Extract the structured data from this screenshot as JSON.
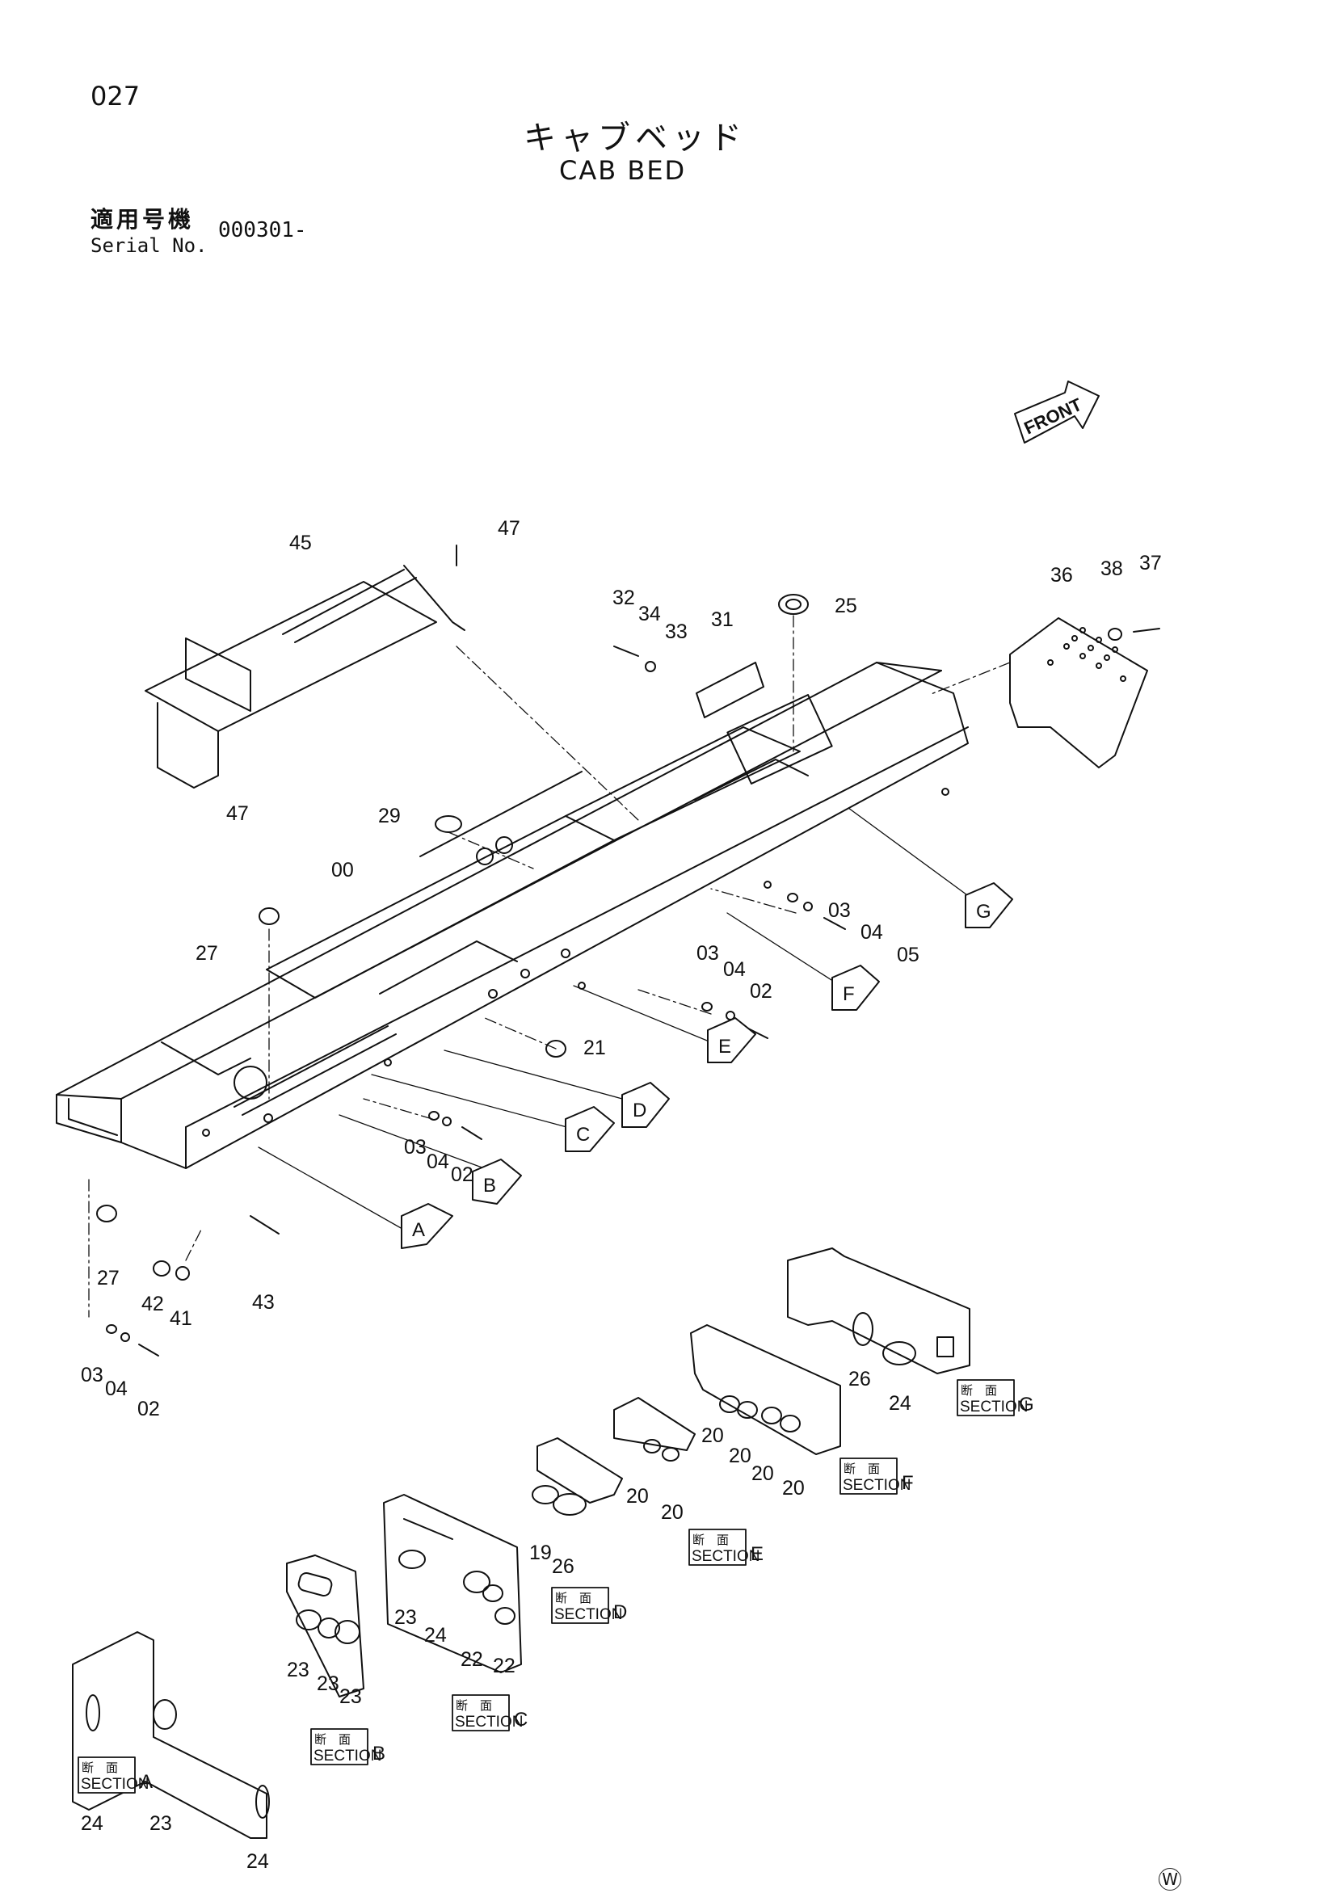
{
  "header": {
    "page_no": "027",
    "title_jp": "キャブベッド",
    "title_en": "CAB BED",
    "serial_label_jp": "適用号機",
    "serial_label_en": "Serial No.",
    "serial_value": "000301-"
  },
  "front_label": "FRONT",
  "part_labels": [
    {
      "text": "45"
    },
    {
      "text": "47"
    },
    {
      "text": "47"
    },
    {
      "text": "32"
    },
    {
      "text": "34"
    },
    {
      "text": "33"
    },
    {
      "text": "31"
    },
    {
      "text": "25"
    },
    {
      "text": "36"
    },
    {
      "text": "38"
    },
    {
      "text": "37"
    },
    {
      "text": "29"
    },
    {
      "text": "00"
    },
    {
      "text": "27"
    },
    {
      "text": "03"
    },
    {
      "text": "04"
    },
    {
      "text": "05"
    },
    {
      "text": "03"
    },
    {
      "text": "04"
    },
    {
      "text": "02"
    },
    {
      "text": "21"
    },
    {
      "text": "03"
    },
    {
      "text": "04"
    },
    {
      "text": "02"
    },
    {
      "text": "27"
    },
    {
      "text": "42"
    },
    {
      "text": "41"
    },
    {
      "text": "43"
    },
    {
      "text": "03"
    },
    {
      "text": "04"
    },
    {
      "text": "02"
    },
    {
      "text": "26"
    },
    {
      "text": "24"
    },
    {
      "text": "20"
    },
    {
      "text": "20"
    },
    {
      "text": "20"
    },
    {
      "text": "20"
    },
    {
      "text": "20"
    },
    {
      "text": "20"
    },
    {
      "text": "19"
    },
    {
      "text": "26"
    },
    {
      "text": "23"
    },
    {
      "text": "24"
    },
    {
      "text": "23"
    },
    {
      "text": "23"
    },
    {
      "text": "23"
    },
    {
      "text": "22"
    },
    {
      "text": "22"
    },
    {
      "text": "24"
    },
    {
      "text": "23"
    },
    {
      "text": "24"
    }
  ],
  "section_arrows": [
    "A",
    "B",
    "C",
    "D",
    "E",
    "F",
    "G"
  ],
  "sections": [
    {
      "jp": "断　面",
      "en": "SECTION",
      "letter": "A"
    },
    {
      "jp": "断　面",
      "en": "SECTION",
      "letter": "B"
    },
    {
      "jp": "断　面",
      "en": "SECTION",
      "letter": "C"
    },
    {
      "jp": "断　面",
      "en": "SECTION",
      "letter": "D"
    },
    {
      "jp": "断　面",
      "en": "SECTION",
      "letter": "E"
    },
    {
      "jp": "断　面",
      "en": "SECTION",
      "letter": "F"
    },
    {
      "jp": "断　面",
      "en": "SECTION",
      "letter": "G"
    }
  ],
  "corner_mark": "W"
}
